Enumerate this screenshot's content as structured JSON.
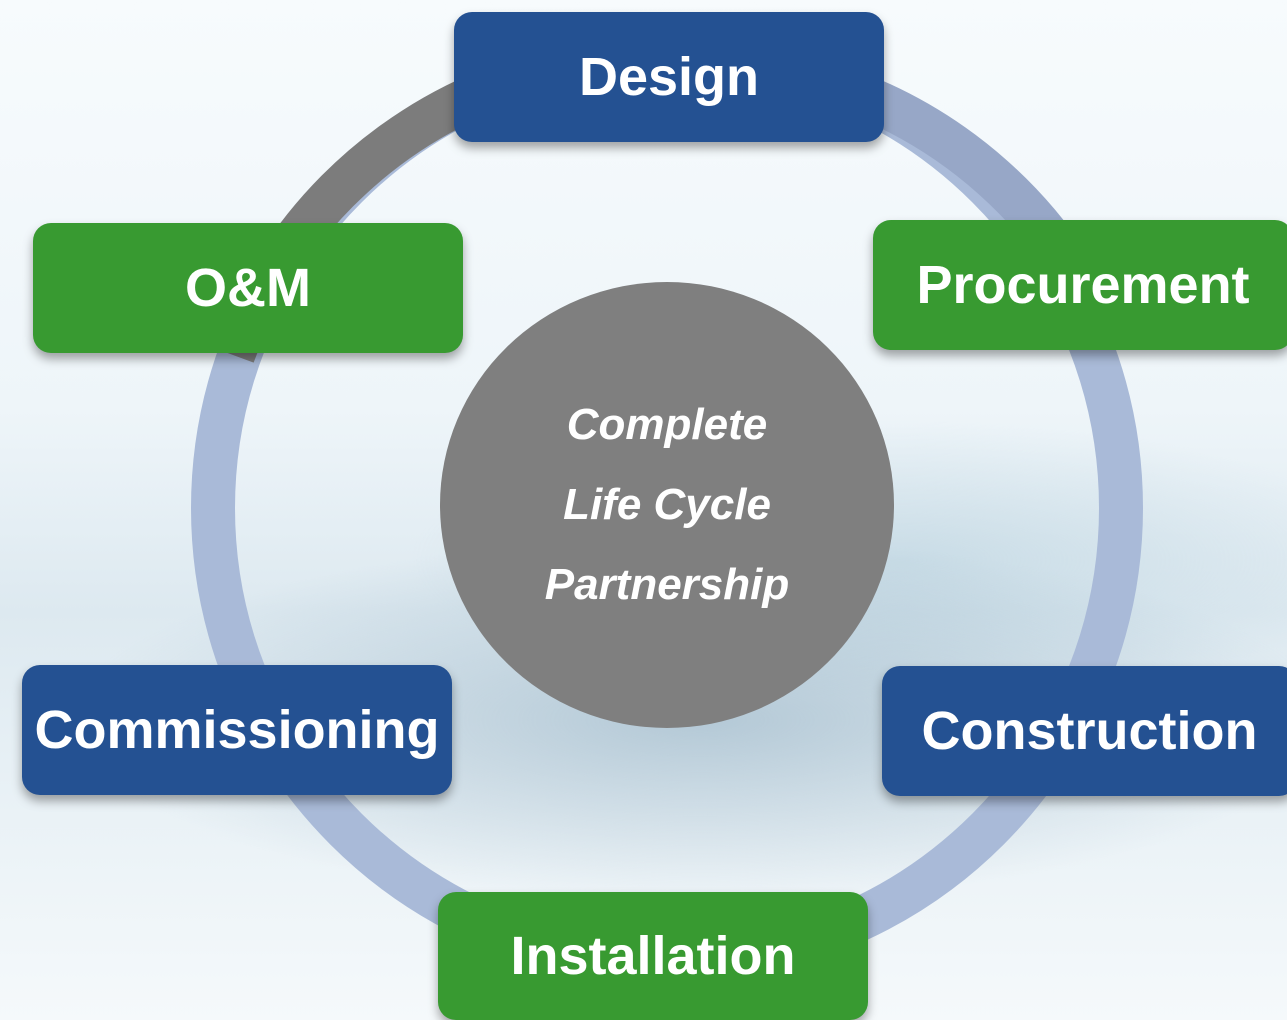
{
  "stages": {
    "design": "Design",
    "procurement": "Procurement",
    "construction": "Construction",
    "installation": "Installation",
    "commissioning": "Commissioning",
    "om": "O&M"
  },
  "center": {
    "line1": "Complete",
    "line2": "Life Cycle",
    "line3": "Partnership"
  },
  "colors": {
    "blue_box": "#245192",
    "green_box": "#389a31",
    "center_circle": "#7f7f7f",
    "ring_light": "#a8b9d6",
    "ring_dark": "#7c7c7c"
  }
}
